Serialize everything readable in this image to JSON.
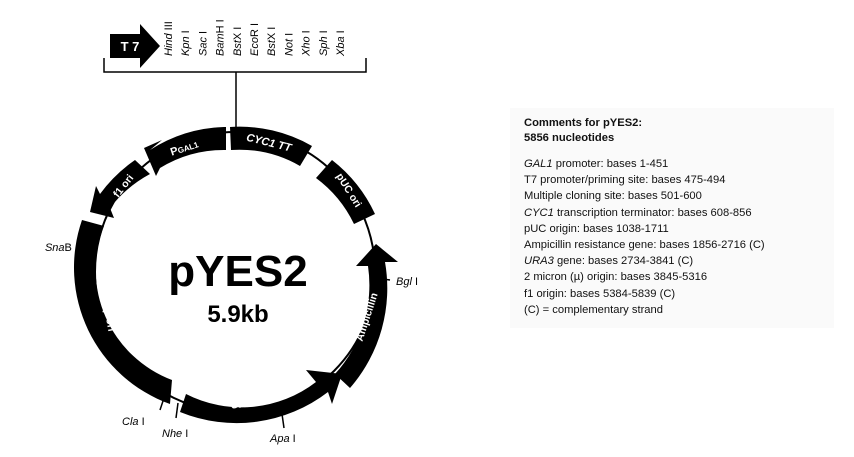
{
  "plasmid": {
    "name": "pYES2",
    "size": "5.9kb",
    "promoter_label": "T 7",
    "features": {
      "cyc1_tt": "CYC1 TT",
      "puc_ori": "pUC ori",
      "ampicillin": "Ampicillin",
      "ura3": "URA3",
      "two_micron_ori": "2µ ori",
      "f1_ori": "f1 ori",
      "pgal1_p": "P",
      "pgal1_sub": "GAL1"
    },
    "mcs_sites": [
      {
        "italic": "Hind",
        "rest": " III"
      },
      {
        "italic": "Kpn",
        "rest": " I"
      },
      {
        "italic": "Sac",
        "rest": " I"
      },
      {
        "italic": "Bam",
        "rest": "H I"
      },
      {
        "italic": "Bst",
        "rest": "X I"
      },
      {
        "italic": "Eco",
        "rest": "R I"
      },
      {
        "italic": "Bst",
        "rest": "X I"
      },
      {
        "italic": "Not",
        "rest": " I"
      },
      {
        "italic": "Xho",
        "rest": " I"
      },
      {
        "italic": "Sph",
        "rest": " I"
      },
      {
        "italic": "Xba",
        "rest": " I"
      }
    ],
    "sites": {
      "snab": {
        "italic": "Sna",
        "rest": "B I"
      },
      "bgl": {
        "italic": "Bgl",
        "rest": " I"
      },
      "cla": {
        "italic": "Cla",
        "rest": " I"
      },
      "nhe": {
        "italic": "Nhe",
        "rest": " I"
      },
      "apa": {
        "italic": "Apa",
        "rest": " I"
      }
    }
  },
  "comments": {
    "title": "Comments for pYES2:",
    "subtitle": "5856 nucleotides",
    "lines": [
      {
        "italic": "GAL1",
        "text": " promoter: bases 1-451"
      },
      {
        "italic": "",
        "text": "T7 promoter/priming site: bases 475-494"
      },
      {
        "italic": "",
        "text": "Multiple cloning site: bases 501-600"
      },
      {
        "italic": "CYC1",
        "text": " transcription terminator: bases 608-856"
      },
      {
        "italic": "",
        "text": "pUC origin: bases 1038-1711"
      },
      {
        "italic": "",
        "text": "Ampicillin resistance gene: bases 1856-2716 (C)"
      },
      {
        "italic": "URA3",
        "text": " gene: bases 2734-3841 (C)"
      },
      {
        "italic": "",
        "text": "2 micron (µ) origin: bases 3845-5316"
      },
      {
        "italic": "",
        "text": "f1 origin: bases 5384-5839 (C)"
      },
      {
        "italic": "",
        "text": "(C) =  complementary strand"
      }
    ]
  }
}
